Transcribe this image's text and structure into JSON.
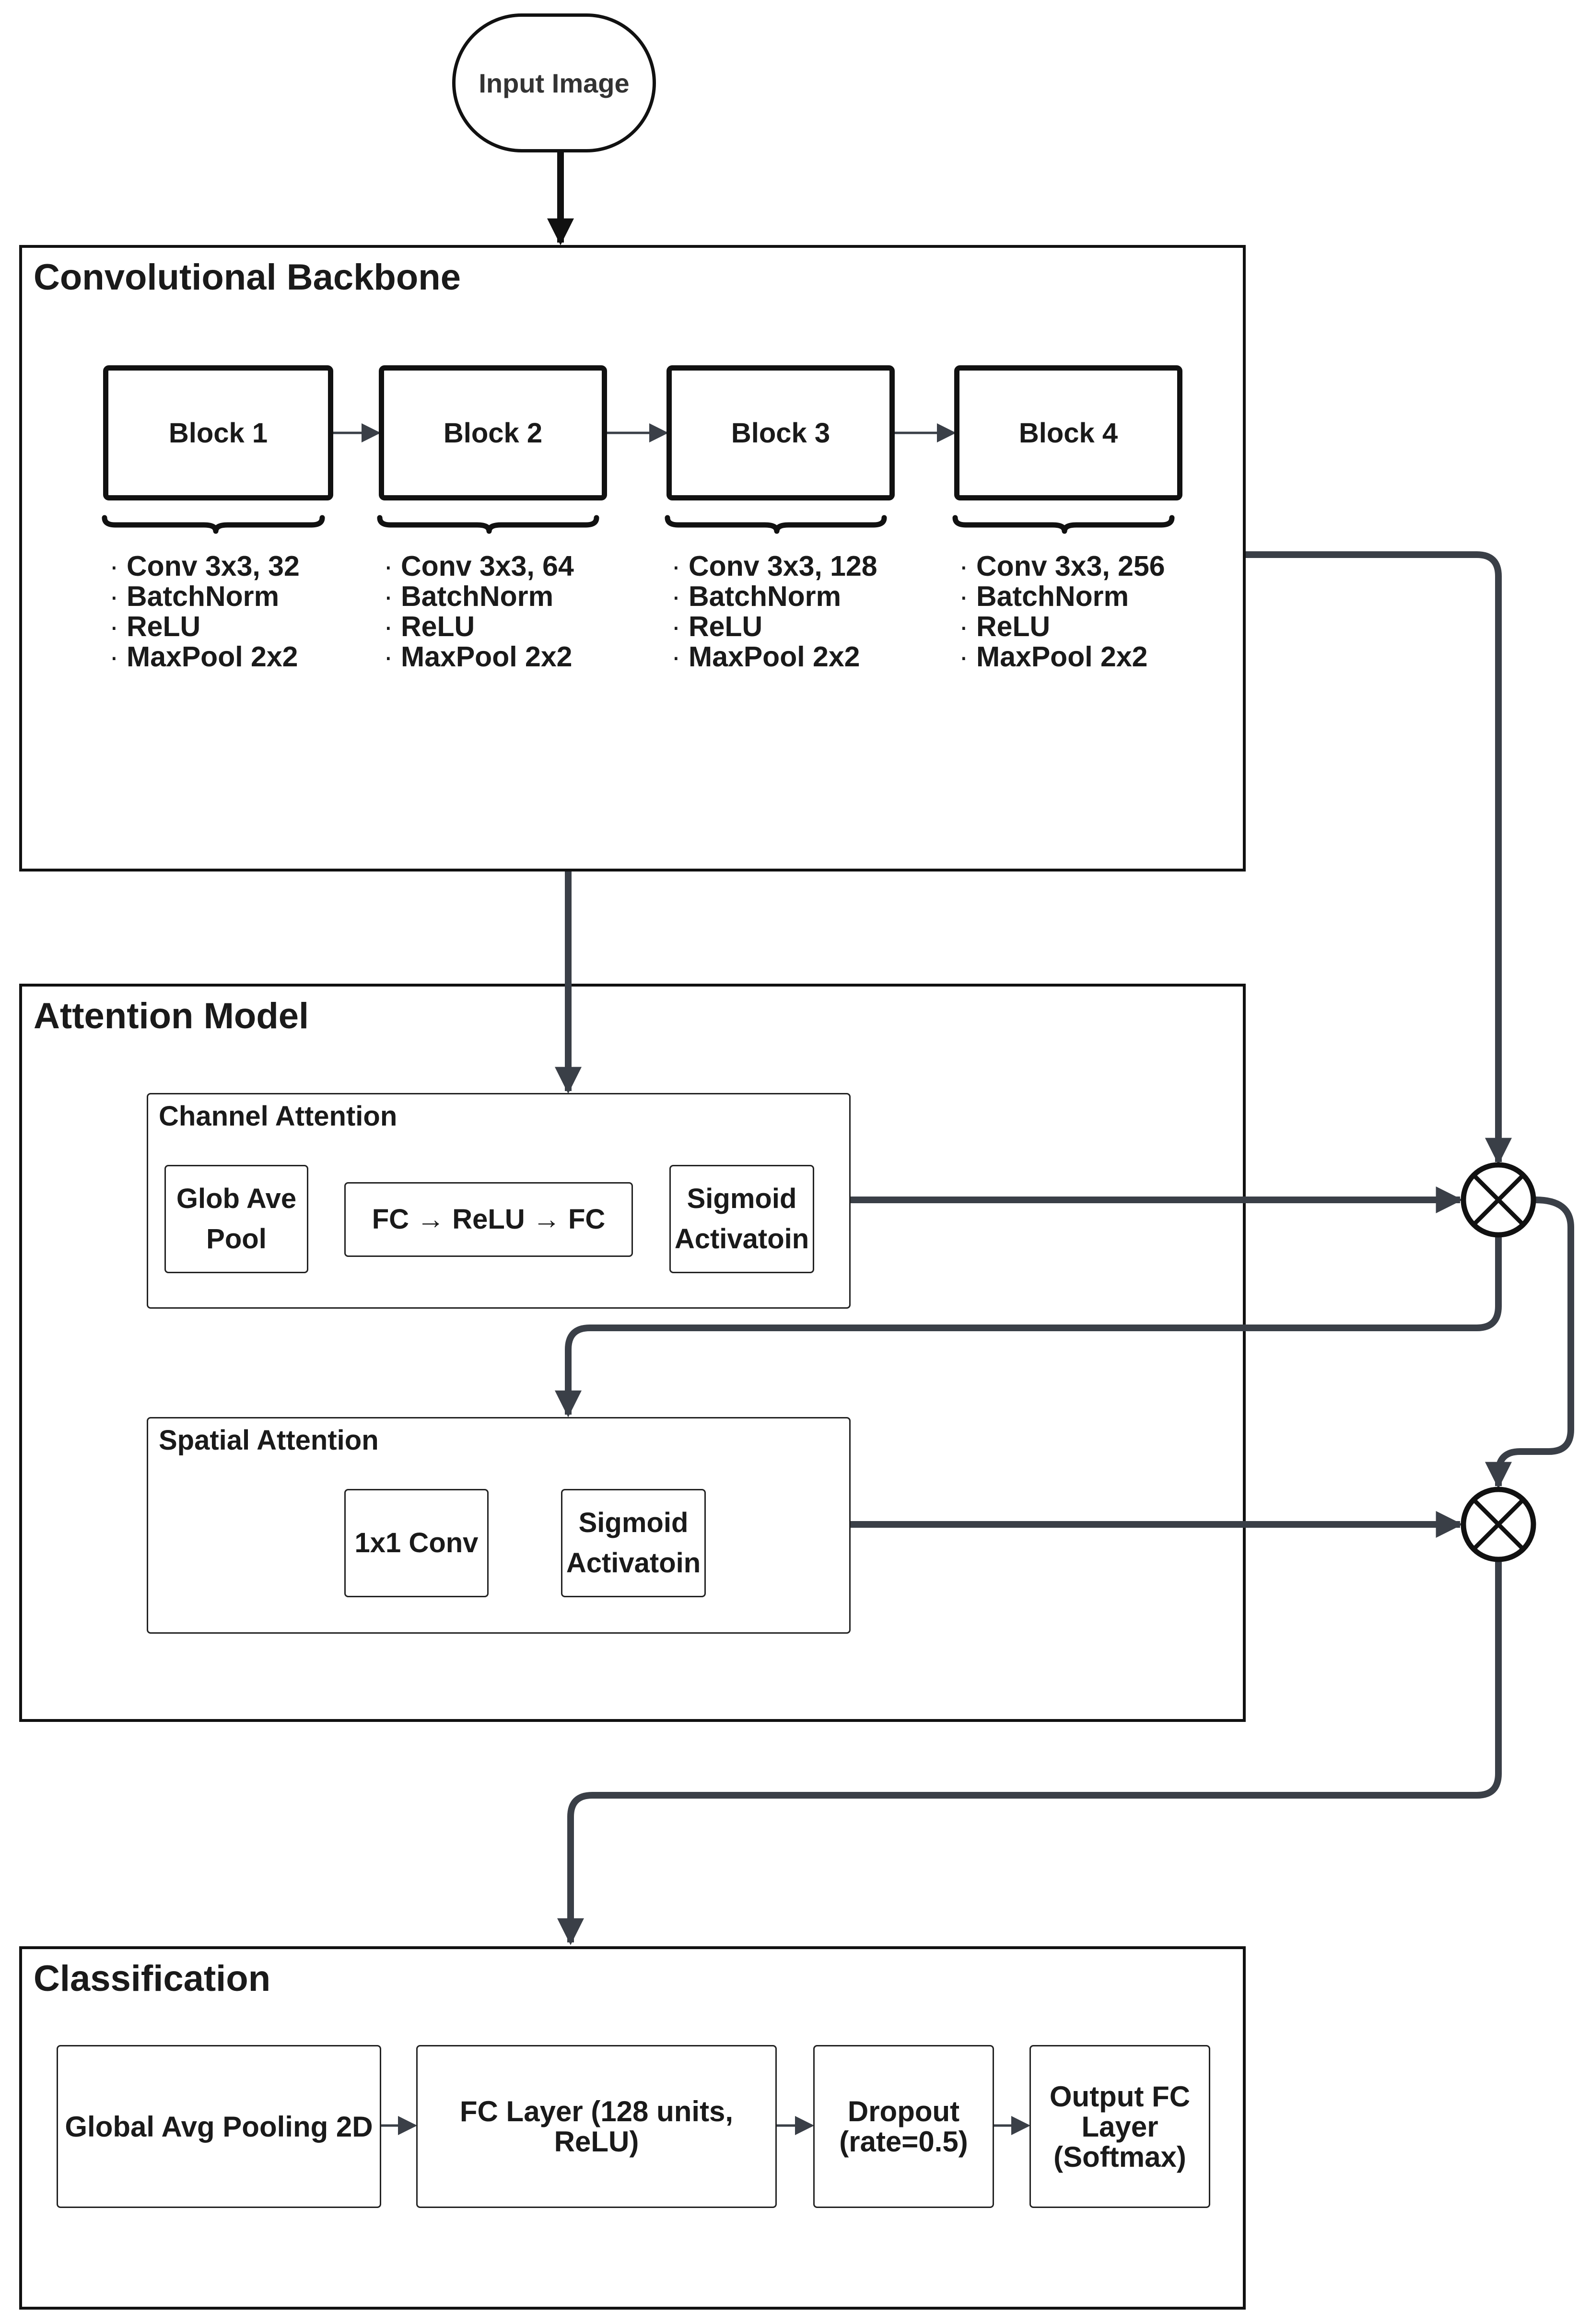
{
  "input": {
    "label": "Input Image"
  },
  "backbone": {
    "title": "Convolutional Backbone",
    "blocks": [
      {
        "label": "Block 1",
        "ops": [
          "Conv 3x3, 32",
          "BatchNorm",
          "ReLU",
          "MaxPool 2x2"
        ]
      },
      {
        "label": "Block 2",
        "ops": [
          "Conv 3x3, 64",
          "BatchNorm",
          "ReLU",
          "MaxPool 2x2"
        ]
      },
      {
        "label": "Block 3",
        "ops": [
          "Conv 3x3, 128",
          "BatchNorm",
          "ReLU",
          "MaxPool 2x2"
        ]
      },
      {
        "label": "Block 4",
        "ops": [
          "Conv 3x3, 256",
          "BatchNorm",
          "ReLU",
          "MaxPool 2x2"
        ]
      }
    ]
  },
  "attention": {
    "title": "Attention Model",
    "channel": {
      "title": "Channel Attention",
      "glob_line1": "Glob Ave",
      "glob_line2": "Pool",
      "fc": "FC → ReLU → FC",
      "sig_line1": "Sigmoid",
      "sig_line2": "Activatoin"
    },
    "spatial": {
      "title": "Spatial Attention",
      "conv": "1x1 Conv",
      "sig_line1": "Sigmoid",
      "sig_line2": "Activatoin"
    }
  },
  "classification": {
    "title": "Classification",
    "gap": "Global Avg Pooling 2D",
    "fc_line1": "FC Layer (128 units,",
    "fc_line2": "ReLU)",
    "drop_line1": "Dropout",
    "drop_line2": "(rate=0.5)",
    "out_line1": "Output FC",
    "out_line2": "Layer",
    "out_line3": "(Softmax)"
  },
  "colors": {
    "wire": "#3a3f47",
    "border": "#111111"
  }
}
